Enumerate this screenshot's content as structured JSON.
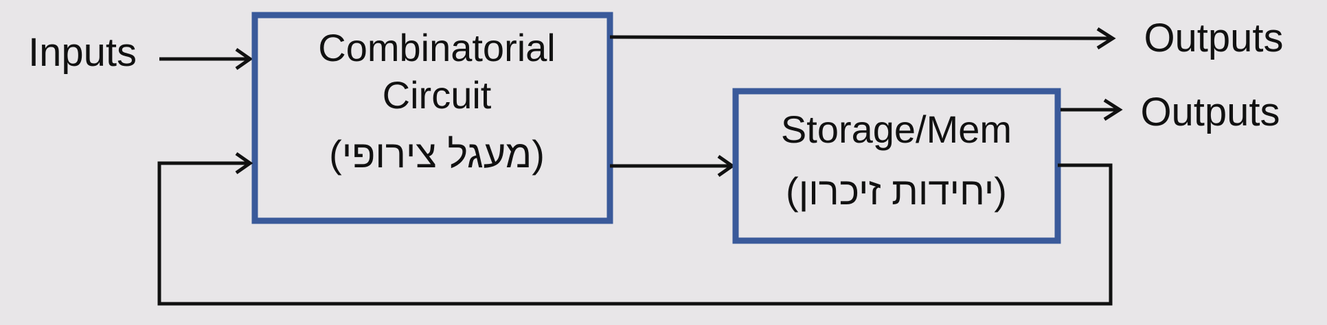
{
  "diagram": {
    "inputs_label": "Inputs",
    "combinational_block": {
      "line1": "Combinatorial",
      "line2": "Circuit",
      "line3": "(מעגל צירופי)"
    },
    "storage_block": {
      "line1": "Storage/Mem",
      "line2": "(יחידות זיכרון)"
    },
    "outputs_top_label": "Outputs",
    "outputs_mid_label": "Outputs"
  },
  "colors": {
    "box_border": "#3a5a9a",
    "lines": "#111111",
    "background": "#e8e6e8"
  }
}
